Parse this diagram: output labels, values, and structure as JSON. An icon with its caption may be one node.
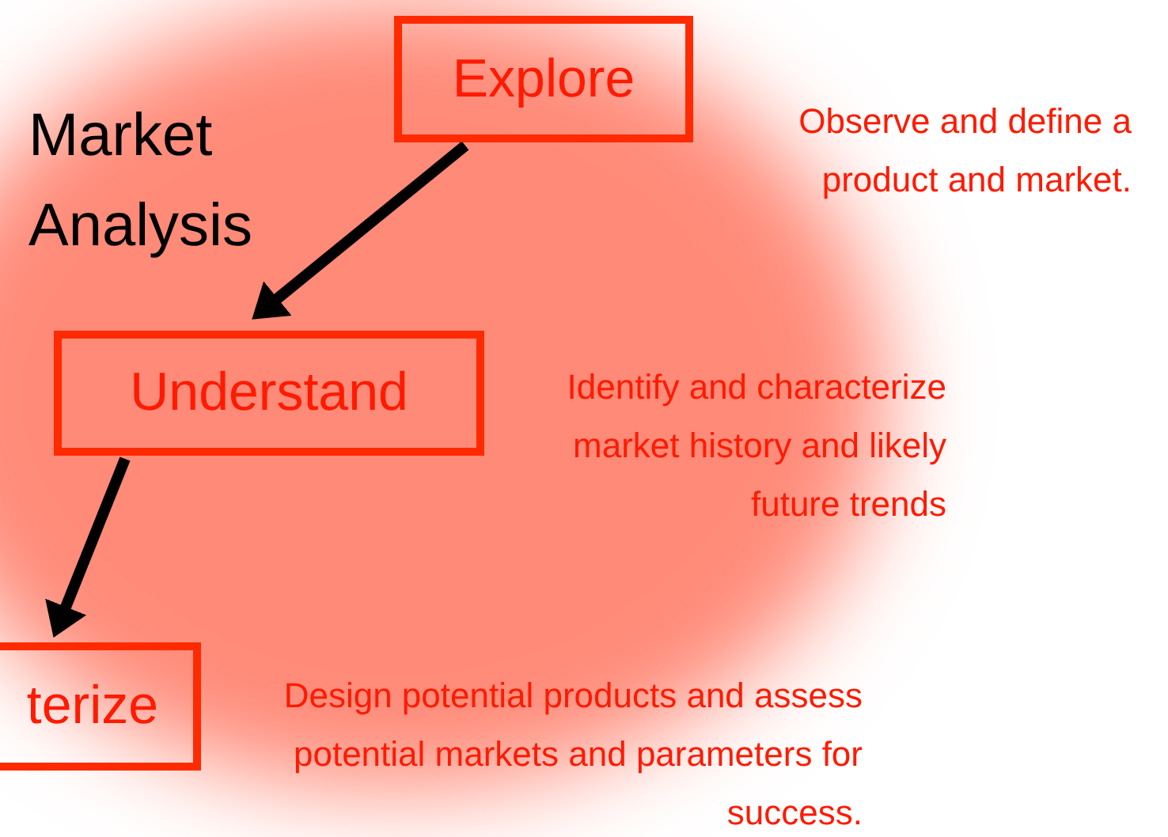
{
  "diagram": {
    "title": "Market Analysis",
    "nodes": [
      {
        "text": [
          "Explore"
        ],
        "beside": [
          "Observe and define a product and market."
        ]
      },
      {
        "text": [
          "Understand"
        ],
        "beside": [
          "Identify and characterize market history and likely future trends"
        ]
      },
      {
        "text": [
          "terize"
        ],
        "beside": [
          "Design potential products and assess potential markets and parameters for success."
        ]
      }
    ],
    "edges": [
      {
        "from": 0,
        "to": 1,
        "arrow": "to"
      },
      {
        "from": 1,
        "to": 2,
        "arrow": "to"
      }
    ]
  }
}
